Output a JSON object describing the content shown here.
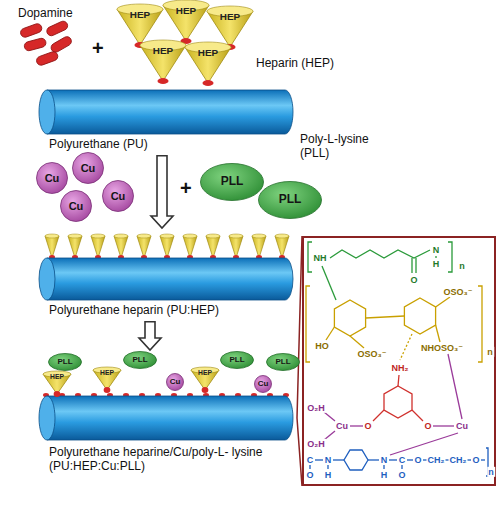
{
  "diagram": {
    "nodes": [
      {
        "text": [
          "HEP"
        ]
      },
      {
        "text": [
          "HEP"
        ]
      },
      {
        "text": [
          "HEP"
        ]
      },
      {
        "text": [
          "HEP"
        ]
      },
      {
        "text": [
          "HEP"
        ]
      },
      {
        "text": [
          "Polyurethane (PU)"
        ]
      },
      {
        "text": [
          "Cu"
        ]
      },
      {
        "text": [
          "Cu"
        ]
      },
      {
        "text": [
          "Cu"
        ]
      },
      {
        "text": [
          "Cu"
        ]
      },
      {
        "text": [
          "PLL"
        ]
      },
      {
        "text": [
          "PLL"
        ]
      },
      {
        "text": [
          "Polyurethane heparin (PU:HEP)"
        ]
      },
      {
        "text": [
          "Polyurethane heparine/Cu/poly-L- lysine (PU:HEP:Cu:PLL)"
        ]
      },
      {
        "text": [
          "PLL"
        ],
        "in": 13
      },
      {
        "text": [
          "HEP"
        ],
        "in": 13
      },
      {
        "text": [
          "HEP"
        ],
        "in": 13
      },
      {
        "text": [
          "PLL"
        ],
        "in": 13
      },
      {
        "text": [
          "Cu"
        ],
        "in": 13
      },
      {
        "text": [
          "HEP"
        ],
        "in": 13
      },
      {
        "text": [
          "PLL"
        ],
        "in": 13
      },
      {
        "text": [
          "Cu"
        ],
        "in": 13
      },
      {
        "text": [
          "PLL"
        ],
        "in": 13
      },
      {
        "text": [
          "NH",
          "O",
          "N",
          "H",
          "n",
          "OSO₃⁻",
          "HO",
          "OSO₃⁻",
          "NHOSO₃⁻",
          "n",
          "NH₂",
          "O",
          "O",
          "O₂H",
          "O₂H",
          "Cu",
          "Cu",
          "O",
          "C",
          "N",
          "H",
          "N",
          "H",
          "C",
          "O",
          "O",
          "CH₂",
          "CH₂",
          "O",
          "n"
        ]
      }
    ],
    "edges": [
      {
        "from": 5,
        "to": 12,
        "arrow": "to"
      },
      {
        "from": 12,
        "to": 13,
        "arrow": "to"
      },
      {
        "from": 13,
        "to": 23,
        "arrow": "none"
      }
    ],
    "labels": [
      "Dopamine",
      "+",
      "Heparin (HEP)",
      "Poly-L-lysine (PLL)",
      "+"
    ]
  }
}
